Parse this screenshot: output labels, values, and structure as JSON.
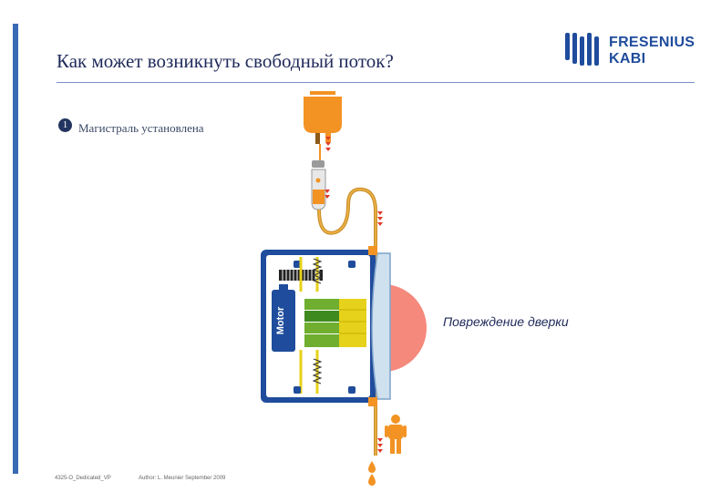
{
  "slide": {
    "title": "Как может возникнуть свободный поток?",
    "bullet_number": "1",
    "step_label": "Магистраль установлена",
    "door_damage_label": "Повреждение дверки",
    "motor_label": "Motor",
    "footer_doc_id": "4325-O_Dedicated_VP",
    "footer_author": "Author: L. Meunier  September 2009"
  },
  "logo": {
    "line1": "FRESENIUS",
    "line2": "KABI"
  },
  "colors": {
    "accent_blue": "#3a6ab3",
    "pump_blue": "#1f4c9c",
    "fluid_orange": "#f29324",
    "door_damage_red": "#f26b5b",
    "finger_green": "#6fae2f",
    "spring_yellow": "#e6d21a"
  }
}
